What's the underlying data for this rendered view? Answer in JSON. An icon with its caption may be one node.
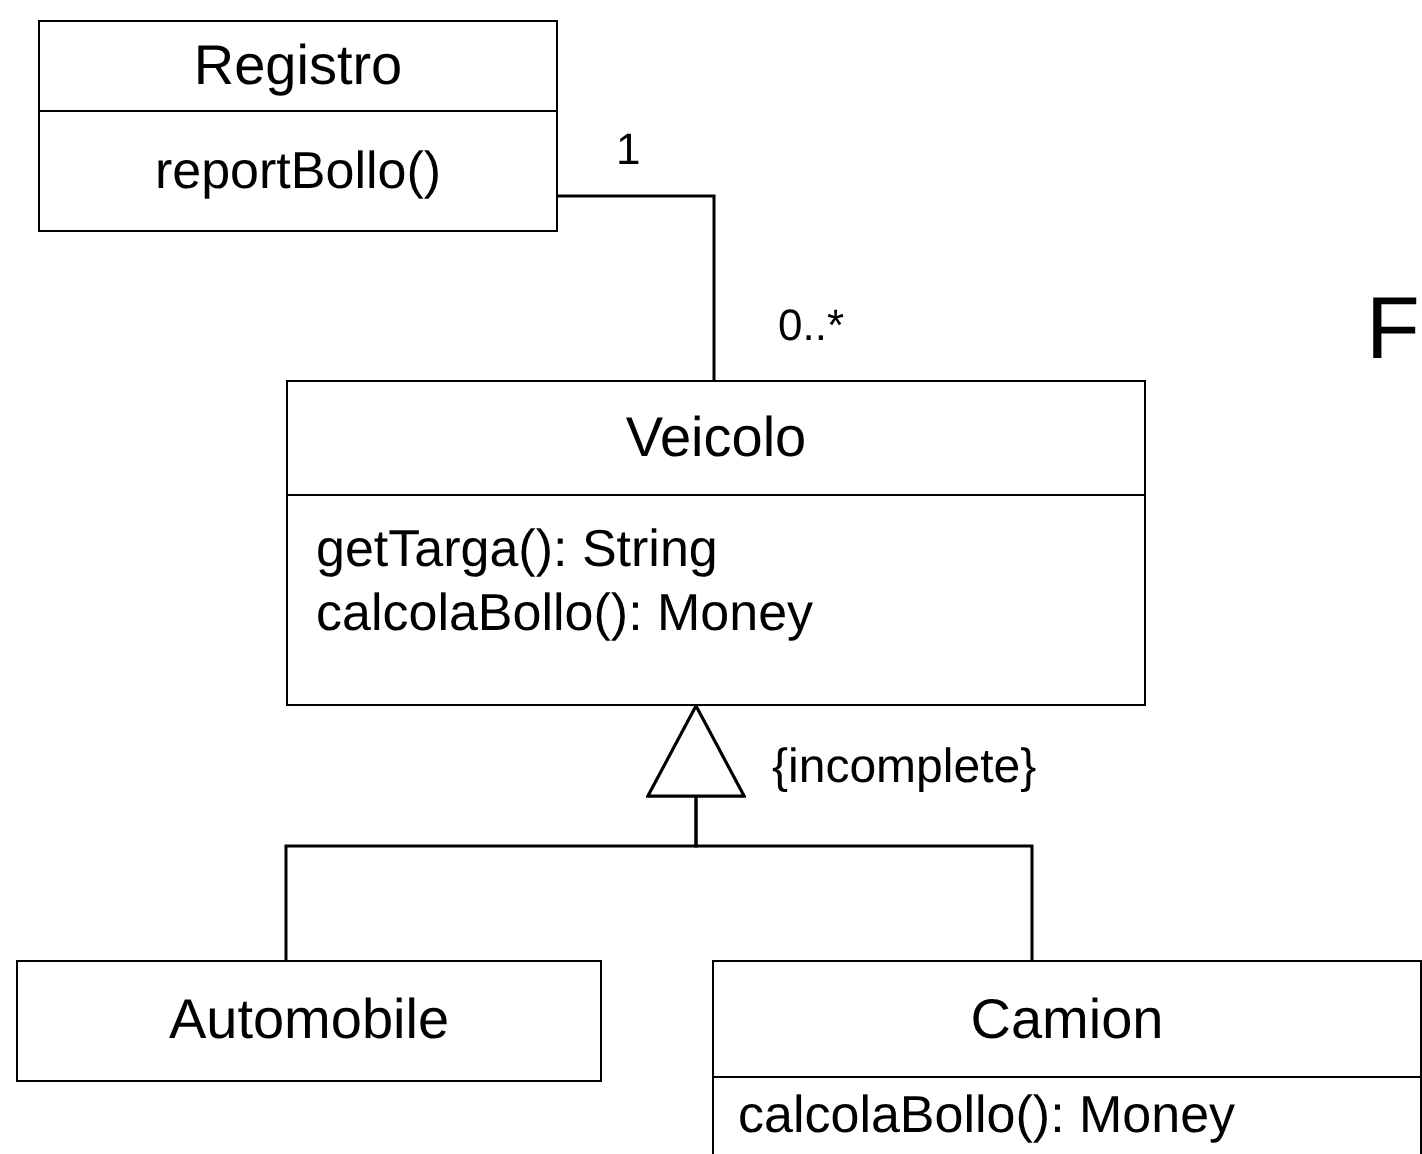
{
  "diagram": {
    "nodes": [
      {
        "text": [
          "Registro",
          "reportBollo()"
        ]
      },
      {
        "text": [
          "Veicolo",
          "getTarga(): String",
          "calcolaBollo(): Money"
        ]
      },
      {
        "text": [
          "Automobile"
        ]
      },
      {
        "text": [
          "Camion",
          "calcolaBollo(): Money"
        ]
      }
    ],
    "edges": [
      {
        "from": 0,
        "to": 1,
        "arrow": "none"
      },
      {
        "from": 2,
        "to": 1,
        "arrow": "to"
      },
      {
        "from": 3,
        "to": 1,
        "arrow": "to"
      }
    ],
    "labels": [
      "1",
      "0..*",
      "{incomplete}",
      "F"
    ]
  }
}
